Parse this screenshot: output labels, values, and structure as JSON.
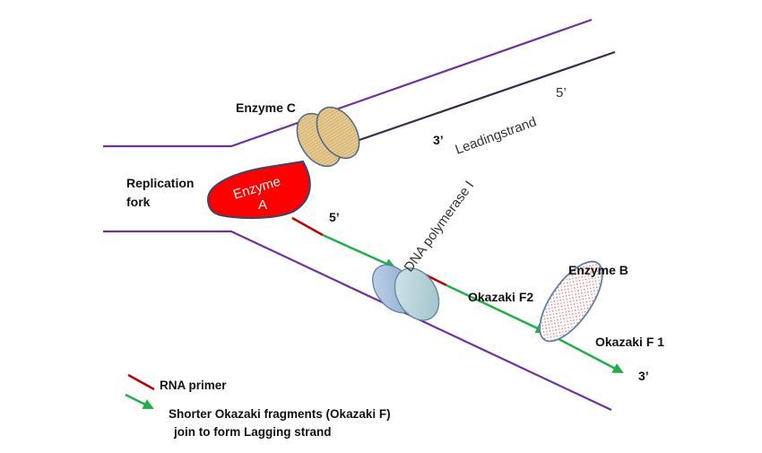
{
  "labels": {
    "enzyme_c": "Enzyme C",
    "leading_strand": "Leadingstrand",
    "leading_5prime": "5’",
    "leading_3prime": "3’",
    "replication_fork_line1": "Replication",
    "replication_fork_line2": "fork",
    "enzyme_a_line1": "Enzyme",
    "enzyme_a_line2": "A",
    "primer_5prime": "5’",
    "dna_polymerase": "DNA polymerase I",
    "enzyme_b": "Enzyme B",
    "okazaki_f2": "Okazaki F2",
    "okazaki_f1": "Okazaki F 1",
    "lagging_3prime": "3’"
  },
  "legend": {
    "rna_primer": "RNA primer",
    "okazaki_line1": "Shorter Okazaki fragments (Okazaki F)",
    "okazaki_line2": "join to form Lagging strand"
  },
  "colors": {
    "dna_strand": "#7030a0",
    "leading_arrow": "#3b2a4f",
    "rna_primer": "#c00000",
    "okazaki_fragment": "#1fb04a",
    "enzyme_a": "#ff0000",
    "enzyme_c": "#e6c98f",
    "dna_polymerase": "#9bb6d9",
    "enzyme_b_dots": "#e06060"
  }
}
